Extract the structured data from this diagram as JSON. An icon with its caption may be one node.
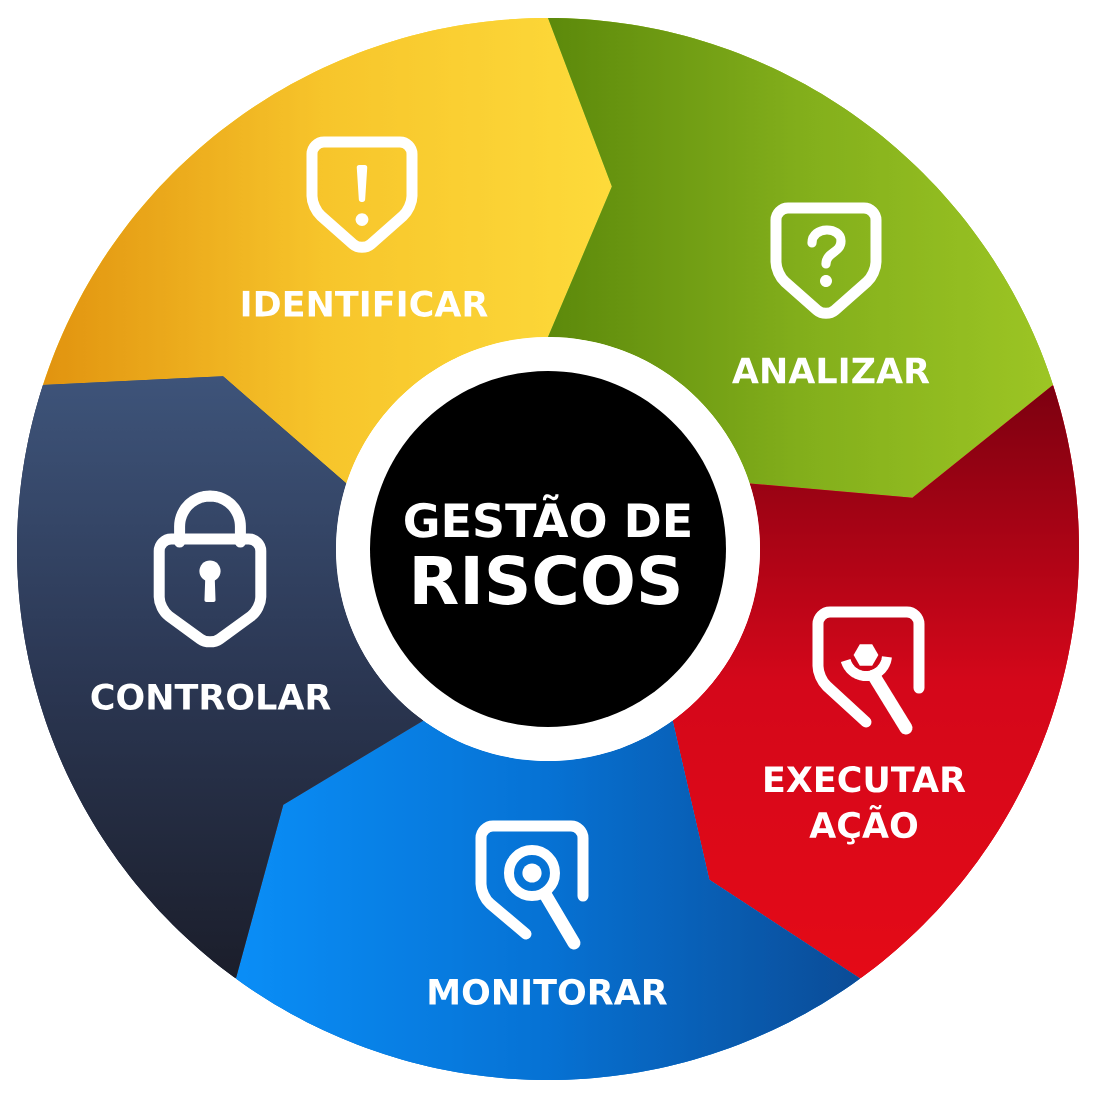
{
  "diagram": {
    "nodes": [
      {
        "text": [
          "GESTÃO DE",
          "RISCOS"
        ]
      },
      {
        "text": [
          "IDENTIFICAR"
        ]
      },
      {
        "text": [
          "ANALIZAR"
        ]
      },
      {
        "text": [
          "EXECUTAR AÇÃO"
        ]
      },
      {
        "text": [
          "MONITORAR"
        ]
      },
      {
        "text": [
          "CONTROLAR"
        ]
      }
    ]
  }
}
